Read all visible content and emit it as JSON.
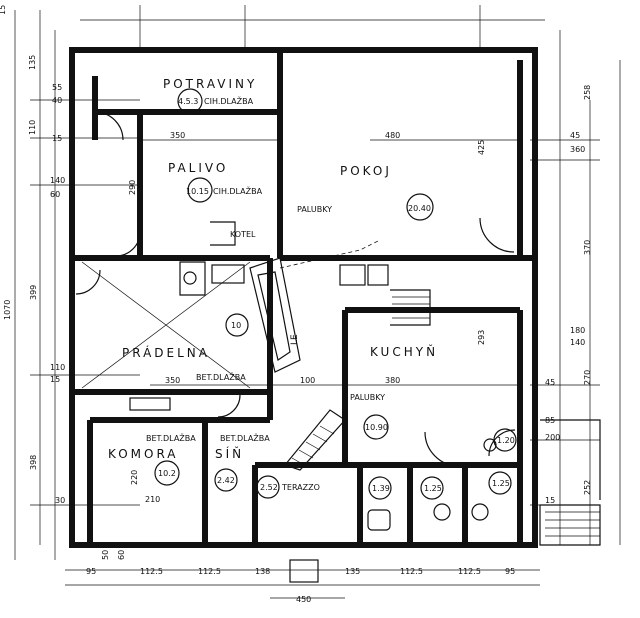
{
  "rooms": [
    {
      "name": "POTRAVINY",
      "area": "4.5.3",
      "floor": "CIH.DLAŽBA"
    },
    {
      "name": "PALIVO",
      "area": "10.15",
      "floor": "CIH.DLAŽBA"
    },
    {
      "name": "POKOJ",
      "area": "20.40",
      "floor": "PALUBKY"
    },
    {
      "name": "PRÁDELNA",
      "area": "10",
      "floor": "BET.DLAŽBA"
    },
    {
      "name": "KUCHYŇ",
      "area": "10.90",
      "floor": "PALUBKY"
    },
    {
      "name": "KOMORA",
      "area": "10.2",
      "floor": "BET.DLAŽBA"
    },
    {
      "name": "SÍŇ",
      "area": "2.42",
      "floor": "BET.DLAŽBA"
    }
  ],
  "labels": {
    "kotel": "KOTEL",
    "terazzo": "TERAZZO",
    "le": "LE",
    "area_252": "2.52",
    "area_139": "1.39",
    "area_125": "1.25",
    "area_125b": "1.25",
    "area_120": "1.20"
  },
  "dims": {
    "top_left": "15",
    "left_total": "1070",
    "left_a": "135",
    "left_b": "55",
    "left_c": "40",
    "left_d": "110",
    "left_e": "15",
    "left_f": "140",
    "left_g": "60",
    "left_h": "399",
    "left_i": "110",
    "left_j": "15",
    "left_k": "398",
    "left_l": "30",
    "inner_350a": "350",
    "inner_290": "290",
    "inner_480": "480",
    "inner_425": "425",
    "inner_293": "293",
    "inner_350b": "350",
    "inner_100": "100",
    "inner_380": "380",
    "inner_220": "220",
    "inner_210": "210",
    "right_258": "258",
    "right_45": "45",
    "right_360": "360",
    "right_370": "370",
    "right_180": "180",
    "right_140": "140",
    "right_45b": "45",
    "right_270": "270",
    "right_85": "85",
    "right_200": "200",
    "right_252": "252",
    "right_15": "15",
    "bot_95": "95",
    "bot_1125a": "112.5",
    "bot_1125b": "112.5",
    "bot_138": "138",
    "bot_135": "135",
    "bot_1125c": "112.5",
    "bot_1125d": "112.5",
    "bot_95b": "95",
    "bot_450": "450",
    "bot_50": "50",
    "bot_60": "60"
  }
}
